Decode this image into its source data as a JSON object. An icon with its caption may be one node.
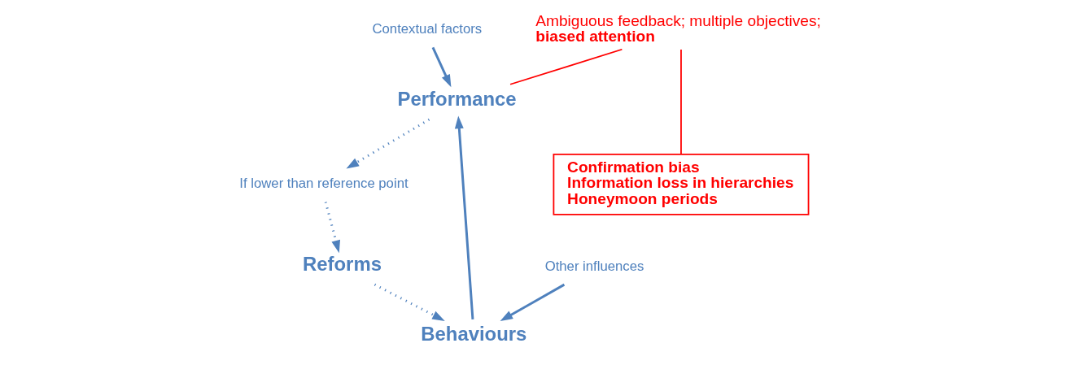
{
  "diagram": {
    "nodes": [
      {
        "text": [
          "Contextual factors"
        ]
      },
      {
        "text": [
          "Performance"
        ]
      },
      {
        "text": [
          "Behaviours"
        ]
      },
      {
        "text": [
          "If lower than reference point"
        ]
      },
      {
        "text": [
          "Reforms"
        ]
      },
      {
        "text": [
          "Other influences"
        ]
      },
      {
        "text": [
          "Ambiguous feedback; multiple objectives;",
          "biased attention"
        ]
      },
      {
        "text": [
          "Confirmation bias",
          "Information loss in hierarchies",
          "Honeymoon periods"
        ]
      }
    ],
    "edges": [
      {
        "from": 0,
        "to": 1,
        "arrow": "to"
      },
      {
        "from": 2,
        "to": 1,
        "arrow": "to"
      },
      {
        "from": 1,
        "to": 3,
        "arrow": "to",
        "style": "dashed"
      },
      {
        "from": 3,
        "to": 4,
        "arrow": "to",
        "style": "dashed"
      },
      {
        "from": 4,
        "to": 2,
        "arrow": "to",
        "style": "dashed"
      },
      {
        "from": 5,
        "to": 2,
        "arrow": "to"
      },
      {
        "from": 6,
        "to": 1,
        "arrow": "none",
        "color": "#ff0000"
      },
      {
        "from": 6,
        "to": 7,
        "arrow": "none",
        "color": "#ff0000"
      }
    ]
  }
}
